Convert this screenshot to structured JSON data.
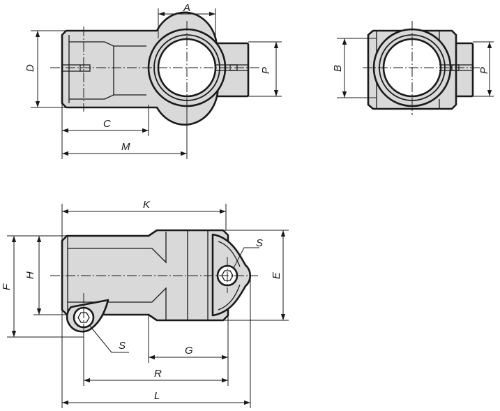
{
  "labels": {
    "A": "A",
    "D": "D",
    "P_left": "P",
    "C": "C",
    "M": "M",
    "B": "B",
    "P_right": "P",
    "K": "K",
    "F": "F",
    "H": "H",
    "S_top": "S",
    "E": "E",
    "S_bottom": "S",
    "G": "G",
    "R": "R",
    "L": "L"
  },
  "colors": {
    "fill": "#d9d9d9",
    "stroke": "#1a1a1a",
    "background": "#ffffff"
  }
}
